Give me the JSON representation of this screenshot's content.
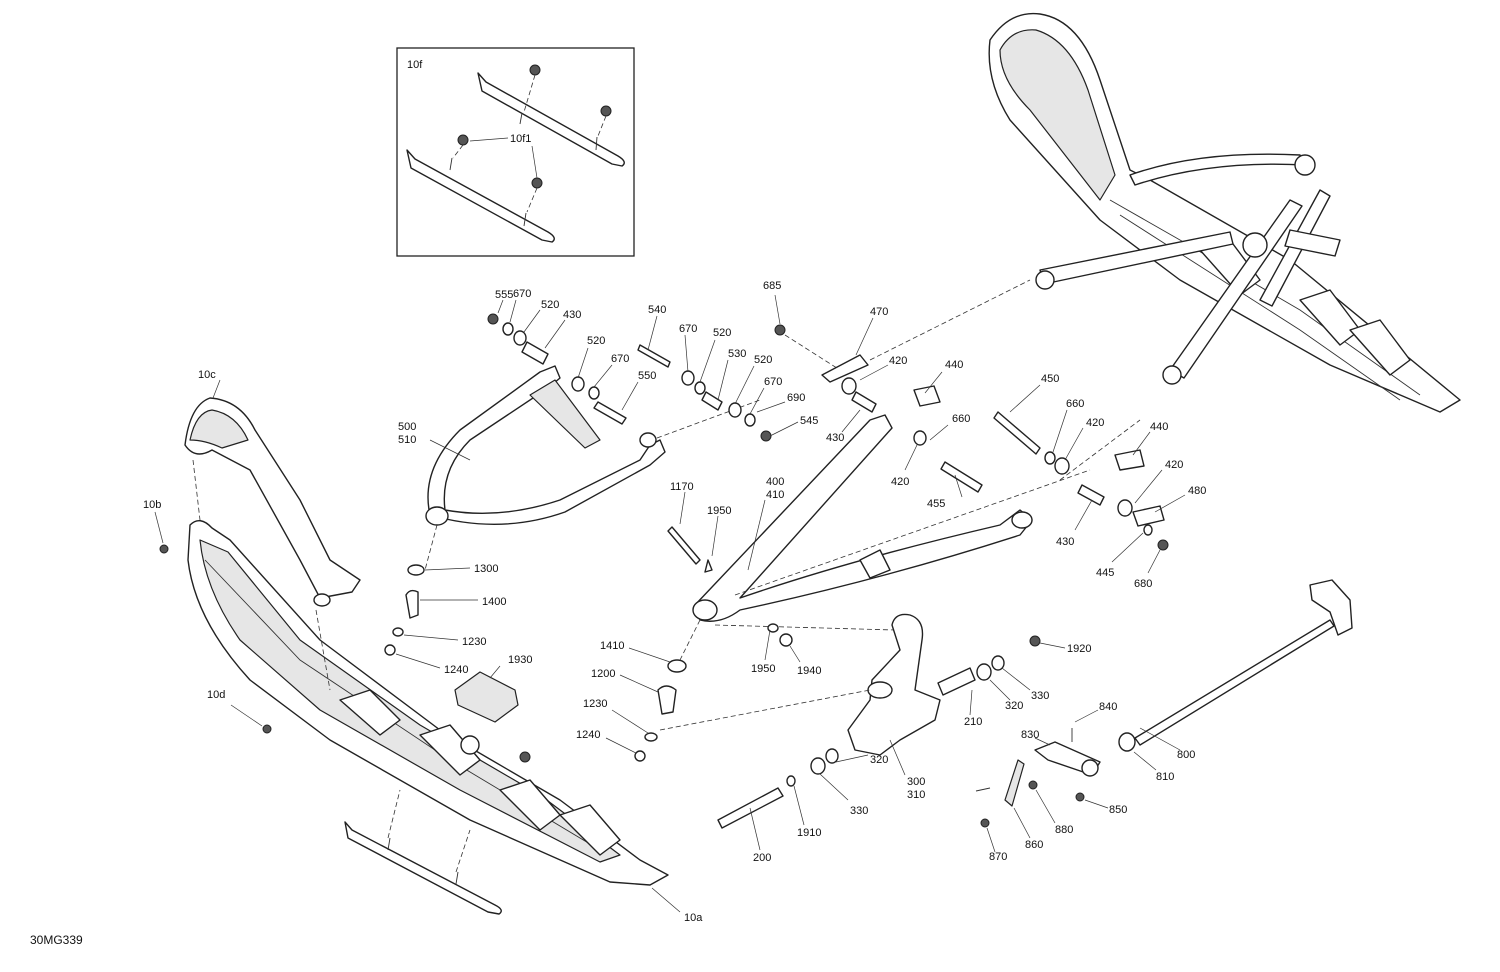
{
  "diagram_code": "30MG339",
  "inset": {
    "label": "10f",
    "callout": "10f1"
  },
  "callouts": [
    "555",
    "670",
    "520",
    "430",
    "540",
    "670",
    "520",
    "530",
    "520",
    "670",
    "690",
    "545",
    "550",
    "500",
    "510",
    "685",
    "470",
    "420",
    "440",
    "660",
    "430",
    "420",
    "455",
    "450",
    "660",
    "420",
    "440",
    "420",
    "480",
    "430",
    "445",
    "680",
    "1170",
    "1950",
    "400",
    "410",
    "1300",
    "1400",
    "1230",
    "1240",
    "1410",
    "1200",
    "1230",
    "1240",
    "1930",
    "10c",
    "10b",
    "10d",
    "10a",
    "1950",
    "1940",
    "1920",
    "210",
    "320",
    "330",
    "300",
    "310",
    "320",
    "330",
    "200",
    "1910",
    "840",
    "830",
    "800",
    "810",
    "850",
    "880",
    "860",
    "870"
  ]
}
